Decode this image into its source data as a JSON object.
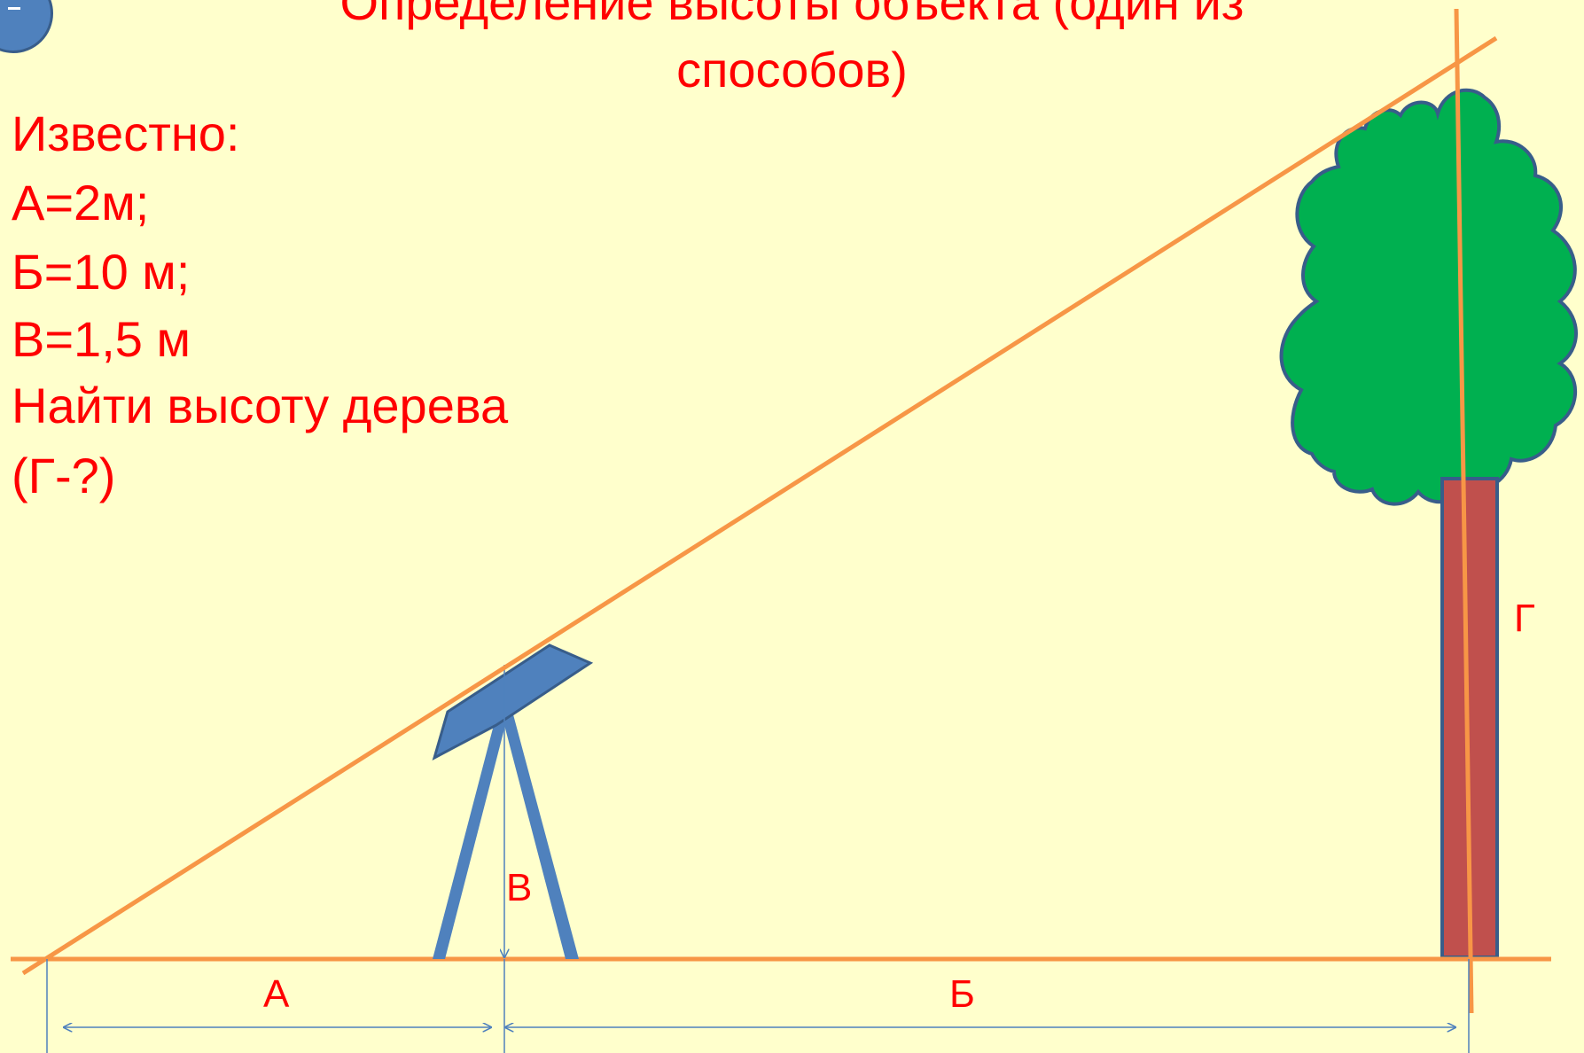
{
  "title": {
    "line1": "Определение высоты объекта (один из",
    "line2": "способов)"
  },
  "given": [
    "Известно:",
    "А=2м;",
    "Б=10 м;",
    "В=1,5 м",
    "Найти высоту дерева",
    "(Г-?)"
  ],
  "labels": {
    "a": "А",
    "b": "Б",
    "v": "В",
    "g": "Г"
  },
  "colors": {
    "background": "#ffffcc",
    "text": "#ff0000",
    "sight_lines": "#f79646",
    "instrument": "#4f81bd",
    "dimension_lines": "#4f81bd",
    "tree_crown": "#00b050",
    "tree_crown_outline": "#385d8a",
    "tree_trunk": "#c0504d"
  }
}
